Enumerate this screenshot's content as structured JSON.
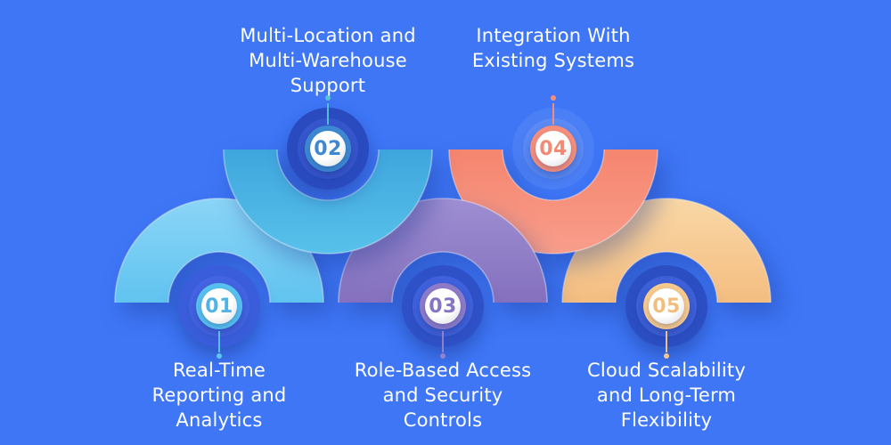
{
  "background_color": "#3E76F6",
  "items": [
    {
      "number": "01",
      "label": "Real-Time\nReporting and\nAnalytics",
      "position": "bottom",
      "colors": {
        "arc_top": "#8BD5F7",
        "arc_bottom": "#60C3EF",
        "ring": "#57C0EF",
        "number": "#4FB3E7",
        "halo_outer": "#3A5DDB",
        "halo_inner": "#4565E5",
        "connector": "#5CC5F0"
      }
    },
    {
      "number": "02",
      "label": "Multi-Location and\nMulti-Warehouse\nSupport",
      "position": "top",
      "colors": {
        "arc_top": "#3FA6DD",
        "arc_bottom": "#58C1EA",
        "ring": "#3C89D2",
        "number": "#3E88D0",
        "halo_outer": "#2A4BC0",
        "halo_inner": "#3757CF",
        "connector": "#55C2DC"
      }
    },
    {
      "number": "03",
      "label": "Role-Based Access\nand Security\nControls",
      "position": "bottom",
      "colors": {
        "arc_top": "#9E8ED2",
        "arc_bottom": "#8470BE",
        "ring": "#8D7BC8",
        "number": "#8773C3",
        "halo_outer": "#2F51C7",
        "halo_inner": "#4062DE",
        "connector": "#9382CB"
      }
    },
    {
      "number": "04",
      "label": "Integration With\nExisting Systems",
      "position": "top",
      "colors": {
        "arc_top": "#F5856F",
        "arc_bottom": "#F89E8B",
        "ring": "#F68E7B",
        "number": "#F18B76",
        "halo_outer": "rgba(255,255,255,0.07)",
        "halo_inner": "rgba(255,255,255,0.10)",
        "connector": "#F68E7B"
      }
    },
    {
      "number": "05",
      "label": "Cloud Scalability\nand Long-Term\nFlexibility",
      "position": "bottom",
      "colors": {
        "arc_top": "#F9D7A6",
        "arc_bottom": "#F4BD80",
        "ring": "#F7C98C",
        "number": "#F2BE7E",
        "halo_outer": "#2C4EC3",
        "halo_inner": "#3E61DA",
        "connector": "#F5C78E"
      }
    }
  ]
}
